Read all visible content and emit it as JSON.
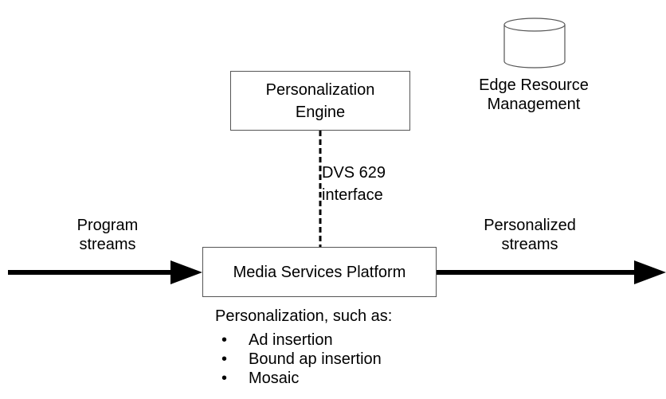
{
  "personalization_engine": {
    "line1": "Personalization",
    "line2": "Engine"
  },
  "edge_resource": {
    "line1": "Edge Resource",
    "line2": "Management",
    "icon": "database-cylinder-icon"
  },
  "interface": {
    "line1": "DVS 629",
    "line2": "interface"
  },
  "input": {
    "line1": "Program",
    "line2": "streams"
  },
  "output": {
    "line1": "Personalized",
    "line2": "streams"
  },
  "platform": {
    "label": "Media Services Platform"
  },
  "personalization": {
    "heading": "Personalization, such as:",
    "bullet": "•",
    "items": [
      "Ad insertion",
      "Bound ap insertion",
      "Mosaic"
    ]
  }
}
